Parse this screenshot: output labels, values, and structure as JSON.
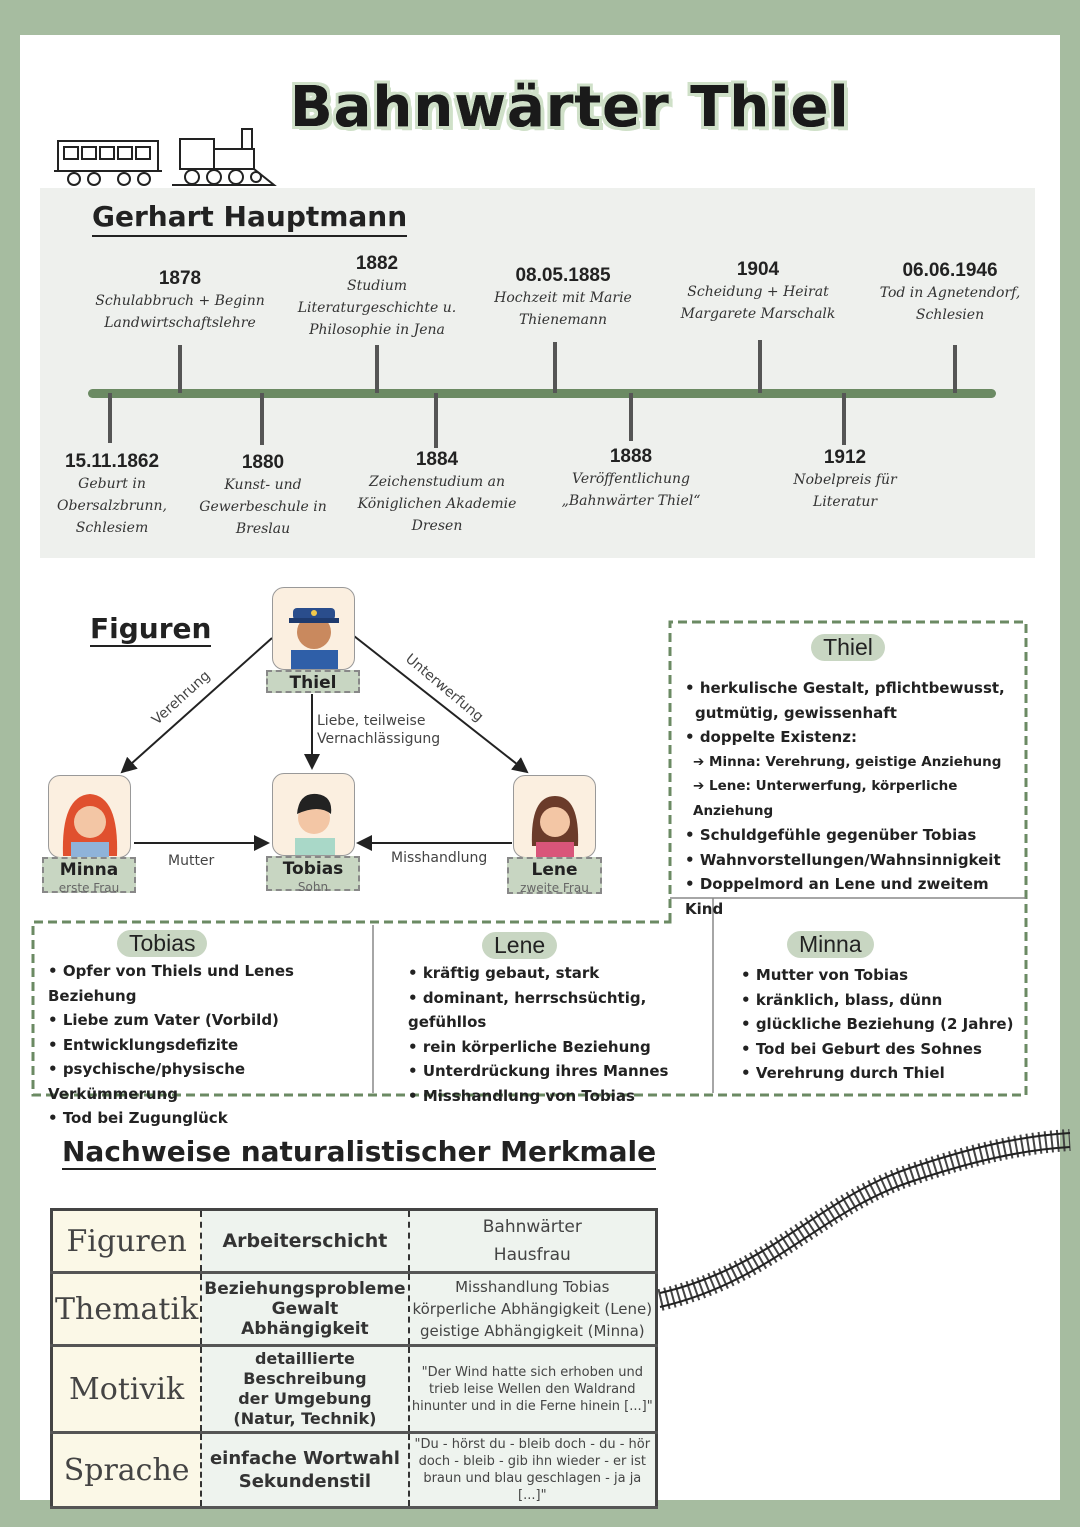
{
  "title": "Bahnwärter Thiel",
  "author": "Gerhart Hauptmann",
  "timeline": {
    "top": [
      {
        "date": "1878",
        "text": "Schulabbruch + Beginn Landwirtschaftslehre"
      },
      {
        "date": "1882",
        "text": "Studium Literaturgeschichte u. Philosophie in Jena"
      },
      {
        "date": "08.05.1885",
        "text": "Hochzeit mit Marie Thienemann"
      },
      {
        "date": "1904",
        "text": "Scheidung + Heirat Margarete Marschalk"
      },
      {
        "date": "06.06.1946",
        "text": "Tod in Agnetendorf, Schlesien"
      }
    ],
    "bottom": [
      {
        "date": "15.11.1862",
        "text": "Geburt in Obersalzbrunn, Schlesiem"
      },
      {
        "date": "1880",
        "text": "Kunst- und Gewerbeschule in Breslau"
      },
      {
        "date": "1884",
        "text": "Zeichenstudium an Königlichen Akademie Dresen"
      },
      {
        "date": "1888",
        "text": "Veröffentlichung „Bahnwärter Thiel“"
      },
      {
        "date": "1912",
        "text": "Nobelpreis für Literatur"
      }
    ]
  },
  "figures": {
    "heading": "Figuren",
    "thiel": {
      "name": "Thiel"
    },
    "minna": {
      "name": "Minna",
      "role": "erste Frau"
    },
    "tobias": {
      "name": "Tobias",
      "role": "Sohn"
    },
    "lene": {
      "name": "Lene",
      "role": "zweite Frau"
    },
    "relations": {
      "verehrung": "Verehrung",
      "unterwerfung": "Unterwerfung",
      "liebe": "Liebe, teilweise Vernachlässigung",
      "mutter": "Mutter",
      "misshandlung": "Misshandlung"
    }
  },
  "cards": {
    "thiel": {
      "title": "Thiel",
      "items": [
        "herkulische Gestalt, pflichtbewusst,",
        "gutmütig, gewissenhaft",
        "doppelte Existenz:",
        "Minna: Verehrung, geistige Anziehung",
        "Lene: Unterwerfung, körperliche Anziehung",
        "Schuldgefühle gegenüber Tobias",
        "Wahnvorstellungen/Wahnsinnigkeit",
        "Doppelmord an Lene und zweitem Kind"
      ]
    },
    "tobias": {
      "title": "Tobias",
      "items": [
        "Opfer von Thiels und Lenes Beziehung",
        "Liebe zum Vater (Vorbild)",
        "Entwicklungsdefizite",
        "psychische/physische Verkümmerung",
        "Tod bei Zugunglück"
      ]
    },
    "lene": {
      "title": "Lene",
      "items": [
        "kräftig gebaut, stark",
        "dominant, herrschsüchtig, gefühllos",
        "rein körperliche Beziehung",
        "Unterdrückung ihres Mannes",
        "Misshandlung von Tobias"
      ]
    },
    "minna": {
      "title": "Minna",
      "items": [
        "Mutter von Tobias",
        "kränklich, blass, dünn",
        "glückliche Beziehung (2 Jahre)",
        "Tod bei Geburt des Sohnes",
        "Verehrung durch Thiel"
      ]
    }
  },
  "naturalism": {
    "heading": "Nachweise naturalistischer Merkmale",
    "rows": [
      {
        "label": "Figuren",
        "feature": "Arbeiterschicht",
        "example": "Bahnwärter\nHausfrau"
      },
      {
        "label": "Thematik",
        "feature": "Beziehungsprobleme\nGewalt\nAbhängigkeit",
        "example": "Misshandlung Tobias\nkörperliche Abhängigkeit (Lene)\ngeistige Abhängigkeit (Minna)"
      },
      {
        "label": "Motivik",
        "feature": "detaillierte Beschreibung\nder Umgebung\n(Natur, Technik)",
        "example": "\"Der Wind hatte sich erhoben und\ntrieb leise Wellen den Waldrand\nhinunter und in die Ferne hinein [...]\""
      },
      {
        "label": "Sprache",
        "feature": "einfache Wortwahl\nSekundenstil",
        "example": "\"Du - hörst du - bleib doch - du - hör\ndoch - bleib - gib ihn wieder - er ist\nbraun und blau geschlagen - ja ja [...]\""
      }
    ]
  },
  "colors": {
    "sage": "#a6bca0",
    "line": "#6b8a63",
    "pill": "#c8d6c2"
  }
}
